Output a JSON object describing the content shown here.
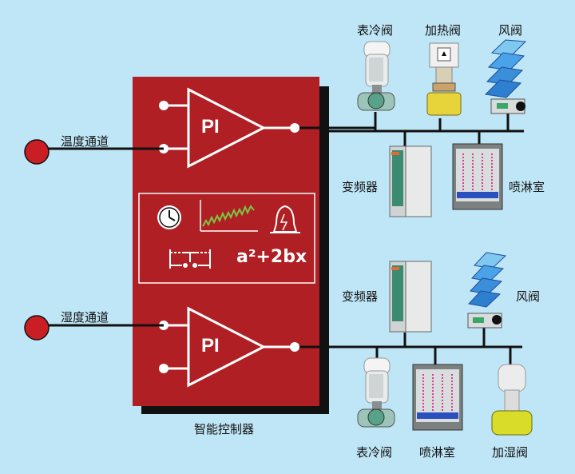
{
  "labels": {
    "temp_channel": "温度通道",
    "humid_channel": "湿度通道",
    "controller": "智能控制器",
    "pi_top": "PI",
    "pi_bottom": "PI",
    "formula": "a²+2bx",
    "top_devices": {
      "cooling_valve": "表冷阀",
      "heating_valve": "加热阀",
      "air_damper": "风阀",
      "vfd": "变频器",
      "spray_room": "喷淋室"
    },
    "bottom_devices": {
      "vfd": "变频器",
      "air_damper": "风阀",
      "cooling_valve": "表冷阀",
      "spray_room": "喷淋室",
      "humidify_valve": "加湿阀"
    }
  },
  "colors": {
    "background": "#bfe6f6",
    "controller": "#b01f24",
    "sensor": "#c81e24",
    "line": "#111111"
  },
  "icons": [
    "clock-icon",
    "trend-chart-icon",
    "alarm-bell-icon",
    "switch-icon"
  ]
}
